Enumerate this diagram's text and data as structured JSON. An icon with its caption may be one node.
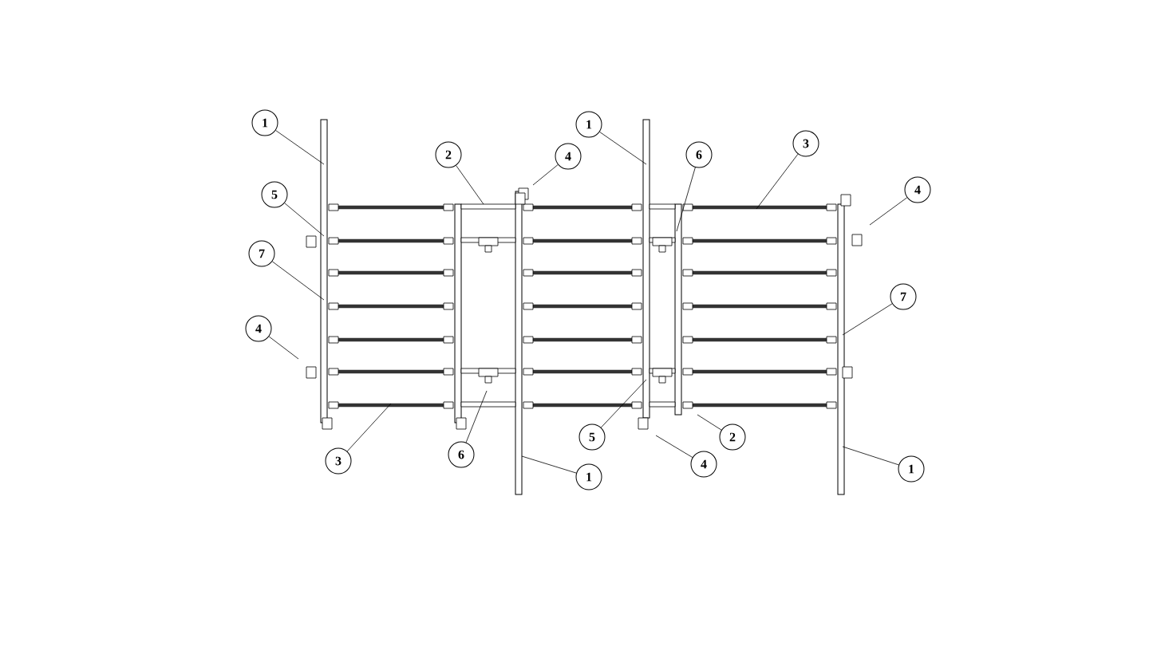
{
  "diagram": {
    "nodes": [
      {
        "text": [
          "1"
        ]
      },
      {
        "text": [
          "2"
        ]
      },
      {
        "text": [
          "4"
        ]
      },
      {
        "text": [
          "1"
        ]
      },
      {
        "text": [
          "6"
        ]
      },
      {
        "text": [
          "3"
        ]
      },
      {
        "text": [
          "4"
        ]
      },
      {
        "text": [
          "5"
        ]
      },
      {
        "text": [
          "7"
        ]
      },
      {
        "text": [
          "7"
        ]
      },
      {
        "text": [
          "4"
        ]
      },
      {
        "text": [
          "3"
        ]
      },
      {
        "text": [
          "6"
        ]
      },
      {
        "text": [
          "1"
        ]
      },
      {
        "text": [
          "5"
        ]
      },
      {
        "text": [
          "2"
        ]
      },
      {
        "text": [
          "4"
        ]
      },
      {
        "text": [
          "1"
        ]
      }
    ],
    "edges": [
      {
        "from": 0,
        "to": null,
        "arrow": "none"
      },
      {
        "from": 1,
        "to": null,
        "arrow": "none"
      },
      {
        "from": 2,
        "to": null,
        "arrow": "none"
      },
      {
        "from": 3,
        "to": null,
        "arrow": "none"
      },
      {
        "from": 4,
        "to": null,
        "arrow": "none"
      },
      {
        "from": 5,
        "to": null,
        "arrow": "none"
      },
      {
        "from": 6,
        "to": null,
        "arrow": "none"
      },
      {
        "from": 7,
        "to": null,
        "arrow": "none"
      },
      {
        "from": 8,
        "to": null,
        "arrow": "none"
      },
      {
        "from": 9,
        "to": null,
        "arrow": "none"
      },
      {
        "from": 10,
        "to": null,
        "arrow": "none"
      },
      {
        "from": 11,
        "to": null,
        "arrow": "none"
      },
      {
        "from": 12,
        "to": null,
        "arrow": "none"
      },
      {
        "from": 13,
        "to": null,
        "arrow": "none"
      },
      {
        "from": 14,
        "to": null,
        "arrow": "none"
      },
      {
        "from": 15,
        "to": null,
        "arrow": "none"
      },
      {
        "from": 16,
        "to": null,
        "arrow": "none"
      },
      {
        "from": 17,
        "to": null,
        "arrow": "none"
      }
    ]
  }
}
